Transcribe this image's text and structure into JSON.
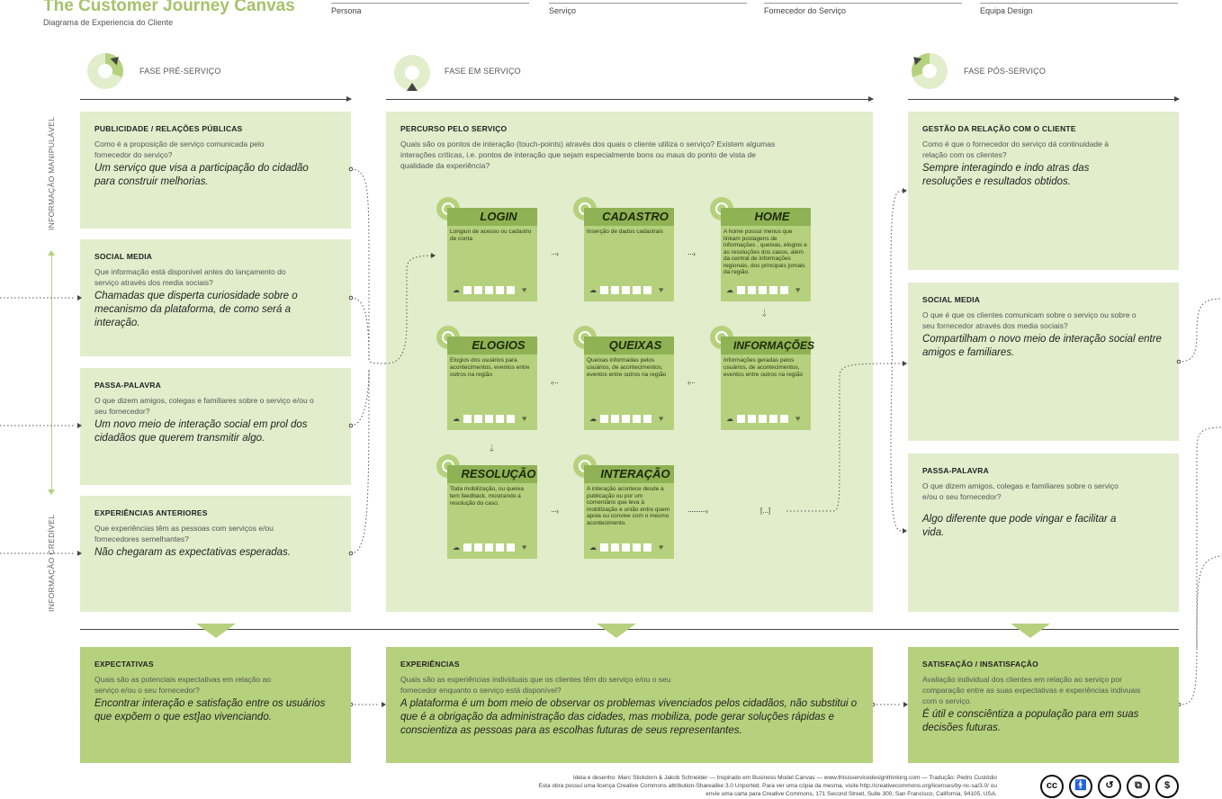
{
  "header": {
    "title": "The Customer Journey Canvas",
    "subtitle": "Diagrama de Experiencia do Cliente",
    "fields": [
      "Persona",
      "Serviço",
      "Fornecedor do Serviço",
      "Equipa Design"
    ]
  },
  "phases": [
    "FASE PRÉ-SERVIÇO",
    "FASE EM SERVIÇO",
    "FASE PÓS-SERVIÇO"
  ],
  "side_labels": [
    "INFORMAÇÃO MANIPULÁVEL",
    "INFORMAÇÃO CREDÍVEL"
  ],
  "pre": [
    {
      "title": "PUBLICIDADE / RELAÇÕES PÚBLICAS",
      "q": "Como é a proposição de serviço comunicada pelo fornecedor do serviço?",
      "ans": "Um serviço que visa a participação do cidadão para construir melhorias."
    },
    {
      "title": "SOCIAL MEDIA",
      "q": "Que informação está disponível antes do lançamento do serviço através dos media sociais?",
      "ans": "Chamadas que disperta curiosidade sobre o mecanismo da plataforma, de como será a interação."
    },
    {
      "title": "PASSA-PALAVRA",
      "q": "O que dizem amigos, colegas e familiares sobre o serviço e/ou o seu fornecedor?",
      "ans": "Um novo meio de interação social em prol dos cidadãos que querem transmitir algo."
    },
    {
      "title": "EXPERIÊNCIAS ANTERIORES",
      "q": "Que experiências têm as pessoas com serviços e/ou fornecedores semelhantes?",
      "ans": "Não chegaram as expectativas esperadas."
    }
  ],
  "service": {
    "title": "PERCURSO PELO SERVIÇO",
    "q": "Quais são os pontos de interação (touch-points) através dos quais o cliente utiliza o serviço? Existem algumas interações críticas, i.e. pontos de interação que sejam especialmente bons ou maus do ponto de vista de qualidade da experiência?",
    "ellipsis": "[...]"
  },
  "cards": [
    {
      "title": "LOGIN",
      "desc": "Longiun de acesso ou cadastro de conta"
    },
    {
      "title": "CADASTRO",
      "desc": "Inserção de dados cadastrais"
    },
    {
      "title": "HOME",
      "desc": "A home possui menus que linkam postagens de informações , queixas, elogios e as resoluções dos casos, além da central de informações regionais, dos principais jornais da região."
    },
    {
      "title": "ELOGIOS",
      "desc": "Elogios dos usuários para acontecimentos, eventos entre outros na região"
    },
    {
      "title": "QUEIXAS",
      "desc": "Queixas informadas pelos usuários, de acontecimentos, eventos entre outros na região"
    },
    {
      "title": "INFORMAÇÕES",
      "desc": "Informações geradas pelos usuários, de acontecimentos, eventos entre outros na região"
    },
    {
      "title": "RESOLUÇÃO",
      "desc": "Toda mobilização, ou queixa tem feedback, mostrando a resolução do caso."
    },
    {
      "title": "INTERAÇÃO",
      "desc": "A interação acontece desde a publicação ou por um comentário que leva à mobilização e união entre quem apoia ou convive com o mesmo acontecimento."
    }
  ],
  "post": [
    {
      "title": "GESTÃO DA RELAÇÃO COM O CLIENTE",
      "q": "Como é que o fornecedor do serviço dá continuidade à relação com os clientes?",
      "ans": "Sempre interagindo e indo atras das resoluções e resultados obtidos."
    },
    {
      "title": "SOCIAL MEDIA",
      "q": "O que é que os clientes comunicam sobre o serviço ou sobre o seu fornecedor através dos media sociais?",
      "ans": "Compartilham o novo meio de interação social entre amigos e familiares."
    },
    {
      "title": "PASSA-PALAVRA",
      "q": "O que dizem amigos, colegas e familiares sobre o serviço e/ou o seu fornecedor?",
      "ans": "Algo diferente que pode vingar e facilitar a vida."
    }
  ],
  "bottom": [
    {
      "title": "EXPECTATIVAS",
      "q": "Quais são as potenciais expectativas em relação ao serviço e/ou o seu fornecedor?",
      "ans": "Encontrar interação e satisfação entre os usuários que expõem o que est]ao vivenciando."
    },
    {
      "title": "EXPERIÊNCIAS",
      "q": "Quais são as experiências individuais que os clientes têm do serviço e/ou o seu fornecedor enquanto o serviço está disponível?",
      "ans": "A plataforma é um bom meio de observar os problemas vivenciados pelos cidadãos, não substitui o que é a obrigação da administração das cidades, mas mobiliza, pode gerar soluções rápidas e conscientiza as pessoas para as escolhas futuras de seus representantes."
    },
    {
      "title": "SATISFAÇÃO / INSATISFAÇÃO",
      "q": "Avaliação individual dos clientes em relação ao serviço por comparação entre as suas expectativas e experiências indivuais com o serviço.",
      "ans": "É útil e consciêntiza a população para em suas decisões futuras."
    }
  ],
  "footer": {
    "line1": "Ideia e desenho: Marc Stickdorn & Jakob Schneider — Inspirado em Business Model Canvas — www.thisisservicedesignthinking.com — Tradução: Pedro Custódio",
    "line2": "Esta obra possui uma licença Creative Commons attribution-Sharealike 3.0 Unported. Para ver uma cópia da mesma, visite http://creativecommons.org/licenses/by-nc-sa/3.0/ ou",
    "line3": "envie uma carta para Creative Commons, 171 Second Street, Suite 300, San Francisco, California, 94105, USA.",
    "cc_icons": [
      "cc-icon",
      "attribution-icon",
      "sharealike-icon",
      "copy-icon",
      "noncommercial-icon"
    ]
  },
  "colors": {
    "light": "#e2edcc",
    "dark": "#b5d17d",
    "title": "#a6c26b",
    "card_title": "#8fb254"
  }
}
